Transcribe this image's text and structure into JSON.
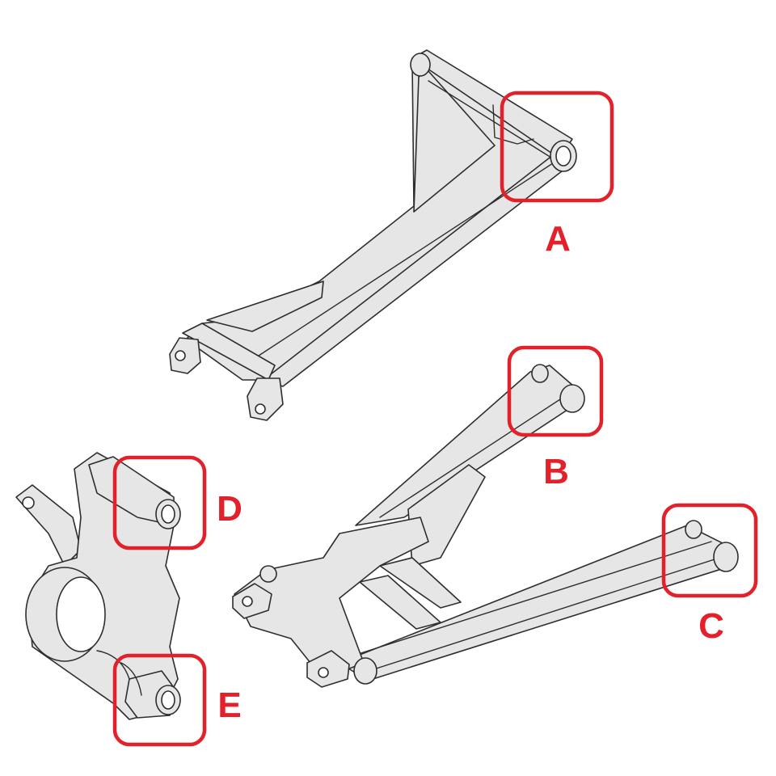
{
  "accent_color": "#e3212b",
  "callouts": [
    {
      "id": "A",
      "label": "A"
    },
    {
      "id": "B",
      "label": "B"
    },
    {
      "id": "C",
      "label": "C"
    },
    {
      "id": "D",
      "label": "D"
    },
    {
      "id": "E",
      "label": "E"
    }
  ],
  "parts": [
    {
      "name": "upper-control-arm"
    },
    {
      "name": "lower-control-arm"
    },
    {
      "name": "steering-knuckle"
    }
  ]
}
